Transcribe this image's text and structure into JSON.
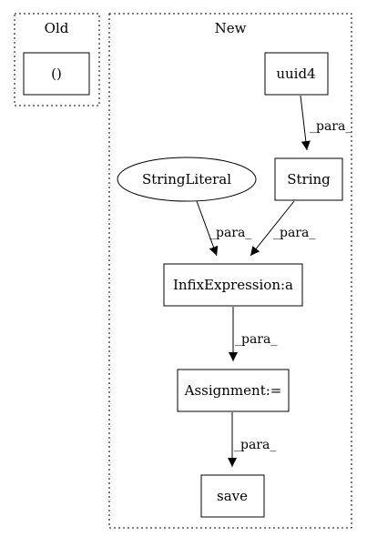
{
  "clusters": {
    "old": {
      "title": "Old"
    },
    "new": {
      "title": "New"
    }
  },
  "nodes": {
    "empty_call": {
      "label": "()",
      "shape": "box"
    },
    "uuid4": {
      "label": "uuid4",
      "shape": "box"
    },
    "string_literal": {
      "label": "StringLiteral",
      "shape": "ellipse"
    },
    "string": {
      "label": "String",
      "shape": "box"
    },
    "infix": {
      "label": "InfixExpression:a",
      "shape": "box"
    },
    "assignment": {
      "label": "Assignment:=",
      "shape": "box"
    },
    "save": {
      "label": "save",
      "shape": "box"
    }
  },
  "edges": [
    {
      "from": "uuid4",
      "to": "string",
      "label": "_para_"
    },
    {
      "from": "string_literal",
      "to": "infix",
      "label": "_para_"
    },
    {
      "from": "string",
      "to": "infix",
      "label": "_para_"
    },
    {
      "from": "infix",
      "to": "assignment",
      "label": "_para_"
    },
    {
      "from": "assignment",
      "to": "save",
      "label": "_para_"
    }
  ]
}
